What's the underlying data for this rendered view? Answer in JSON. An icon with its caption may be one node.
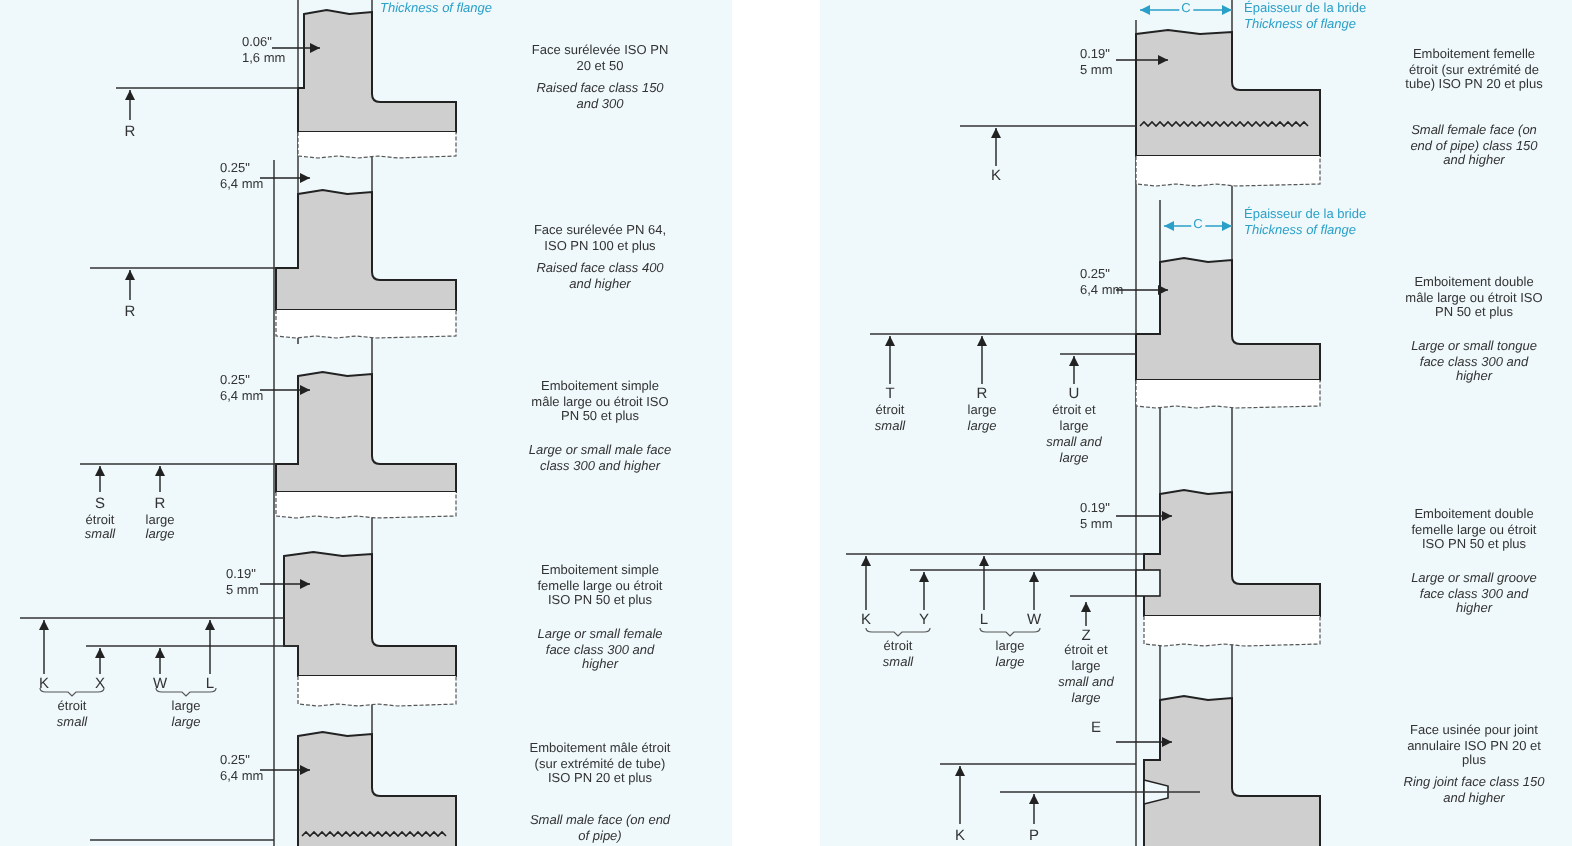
{
  "diagram": {
    "labels": [
      "Thickness of flange",
      "0.06\"",
      "1,6 mm",
      "Face surélevée ISO PN 20 et 50",
      "Raised face class 150 and 300",
      "R",
      "0.25\"",
      "6,4 mm",
      "Face surélevée PN 64, ISO PN 100 et plus",
      "Raised face class 400 and higher",
      "R",
      "0.25\"",
      "6,4 mm",
      "Emboitement simple mâle large ou étroit ISO PN 50 et plus",
      "Large or small male face class 300 and higher",
      "S",
      "étroit",
      "small",
      "R",
      "large",
      "large",
      "0.19\"",
      "5 mm",
      "Emboitement simple femelle large ou étroit ISO PN 50 et plus",
      "Large or small female face class 300 and higher",
      "K",
      "X",
      "W",
      "L",
      "étroit",
      "small",
      "large",
      "large",
      "0.25\"",
      "6,4 mm",
      "Emboitement mâle étroit (sur extrémité de tube) ISO PN 20 et plus",
      "Small male face (on end of pipe)",
      "C",
      "Épaisseur de la bride",
      "Thickness of flange",
      "0.19\"",
      "5 mm",
      "Emboitement femelle étroit (sur extrémité de tube) ISO PN 20 et plus",
      "Small female face (on end of pipe) class 150 and higher",
      "K",
      "C",
      "Épaisseur de la bride",
      "Thickness of flange",
      "0.25\"",
      "6,4 mm",
      "Emboitement double mâle large ou étroit ISO PN 50 et plus",
      "Large or small tongue face class 300 and higher",
      "T",
      "étroit",
      "small",
      "R",
      "large",
      "large",
      "U",
      "étroit et large",
      "small and large",
      "0.19\"",
      "5 mm",
      "Emboitement double femelle large ou étroit ISO PN 50 et plus",
      "Large or small groove face class 300 and higher",
      "K",
      "Y",
      "L",
      "W",
      "Z",
      "étroit",
      "small",
      "large",
      "large",
      "étroit et large",
      "small and large",
      "E",
      "Face usinée pour joint annulaire ISO PN 20 et plus",
      "Ring joint face class 150 and higher",
      "K",
      "P"
    ]
  }
}
